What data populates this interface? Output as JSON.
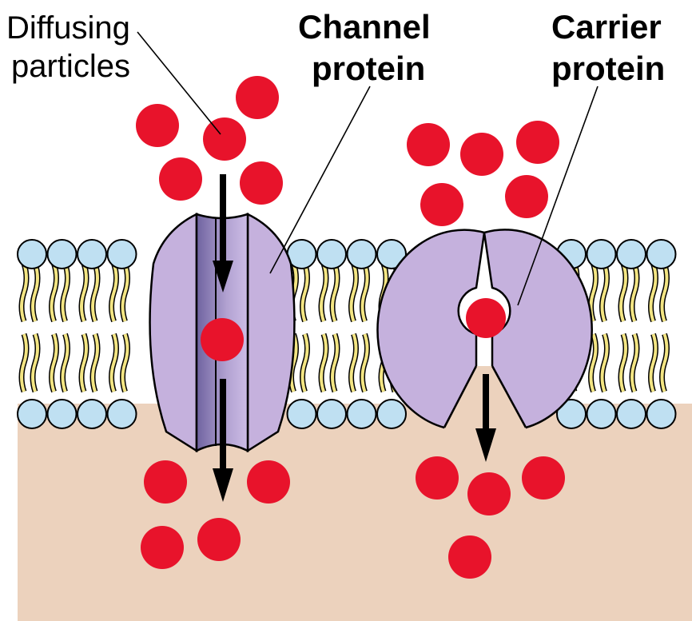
{
  "labels": {
    "diffusing_line1": "Diffusing",
    "diffusing_line2": "particles",
    "channel_line1": "Channel",
    "channel_line2": "protein",
    "carrier_line1": "Carrier",
    "carrier_line2": "protein"
  },
  "colors": {
    "particle": "#e8132b",
    "head_fill": "#bfe0f2",
    "tail_fill": "#f3e583",
    "protein_fill": "#c5b1dd",
    "channel_shade": "#7e72aa",
    "cytoplasm": "#ecd2bd",
    "outline": "#000000"
  },
  "icons": {
    "arrow": "down-arrow-icon"
  }
}
